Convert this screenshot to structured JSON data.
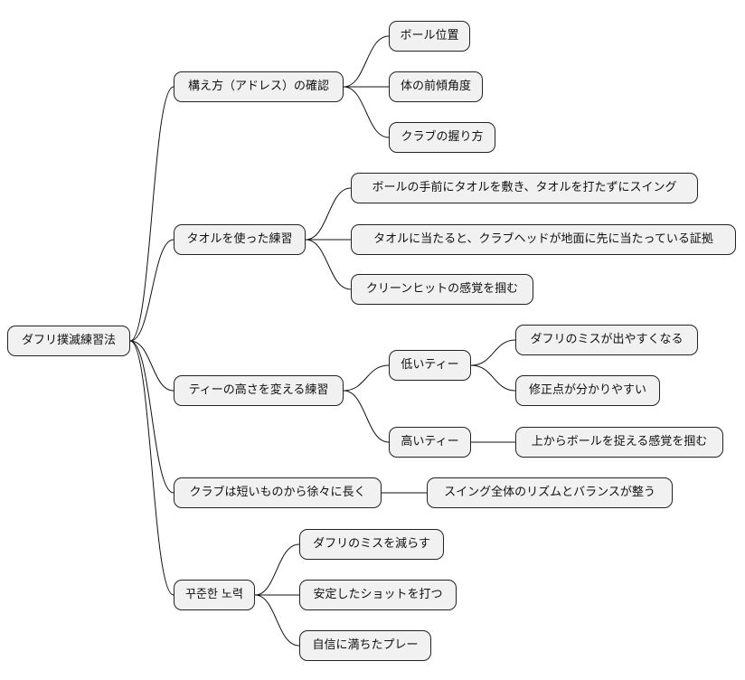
{
  "mindmap": {
    "root": "ダフリ撲滅練習法",
    "branches": [
      {
        "label": "構え方（アドレス）の確認",
        "children": [
          {
            "label": "ボール位置"
          },
          {
            "label": "体の前傾角度"
          },
          {
            "label": "クラブの握り方"
          }
        ]
      },
      {
        "label": "タオルを使った練習",
        "children": [
          {
            "label": "ボールの手前にタオルを敷き、タオルを打たずにスイング"
          },
          {
            "label": "タオルに当たると、クラブヘッドが地面に先に当たっている証拠"
          },
          {
            "label": "クリーンヒットの感覚を掴む"
          }
        ]
      },
      {
        "label": "ティーの高さを変える練習",
        "children": [
          {
            "label": "低いティー",
            "children": [
              {
                "label": "ダフリのミスが出やすくなる"
              },
              {
                "label": "修正点が分かりやすい"
              }
            ]
          },
          {
            "label": "高いティー",
            "children": [
              {
                "label": "上からボールを捉える感覚を掴む"
              }
            ]
          }
        ]
      },
      {
        "label": "クラブは短いものから徐々に長く",
        "children": [
          {
            "label": "スイング全体のリズムとバランスが整う"
          }
        ]
      },
      {
        "label": "꾸준한 노력",
        "children": [
          {
            "label": "ダフリのミスを減らす"
          },
          {
            "label": "安定したショットを打つ"
          },
          {
            "label": "自信に満ちたプレー"
          }
        ]
      }
    ]
  }
}
